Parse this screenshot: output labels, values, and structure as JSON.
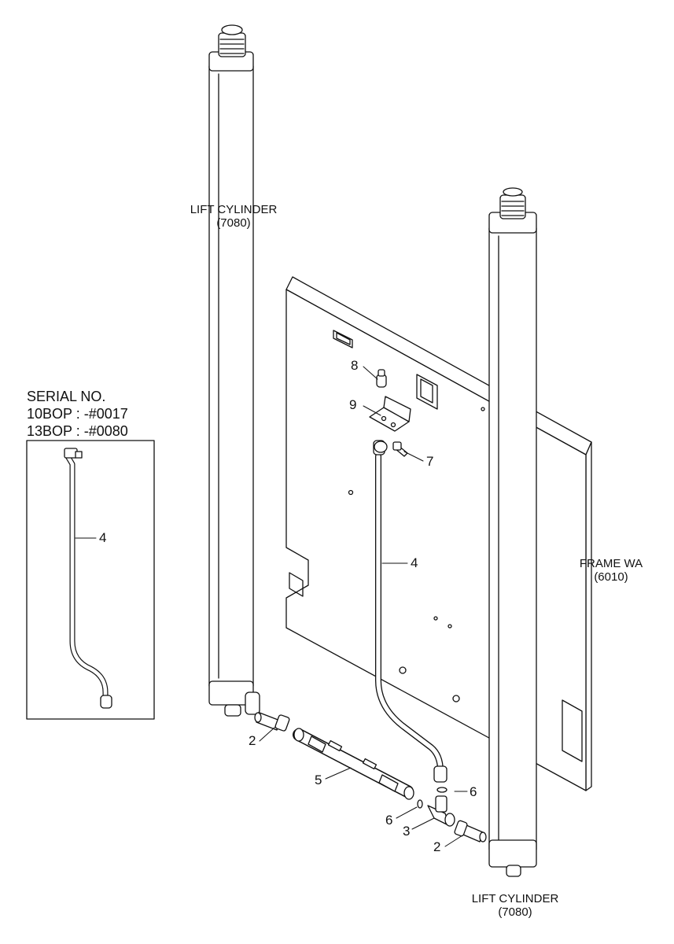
{
  "serial_box": {
    "title": "SERIAL NO.",
    "line1": "10BOP : -#0017",
    "line2": "13BOP : -#0080",
    "callout": "4"
  },
  "labels": {
    "lift_cylinder_left": {
      "name": "LIFT CYLINDER",
      "code": "(7080)"
    },
    "lift_cylinder_right": {
      "name": "LIFT CYLINDER",
      "code": "(7080)"
    },
    "frame": {
      "name": "FRAME WA",
      "code": "(6010)"
    }
  },
  "callouts": {
    "p2_left": "2",
    "p2_right": "2",
    "p3": "3",
    "p4": "4",
    "p5": "5",
    "p6_upper": "6",
    "p6_lower": "6",
    "p7": "7",
    "p8": "8",
    "p9": "9"
  }
}
